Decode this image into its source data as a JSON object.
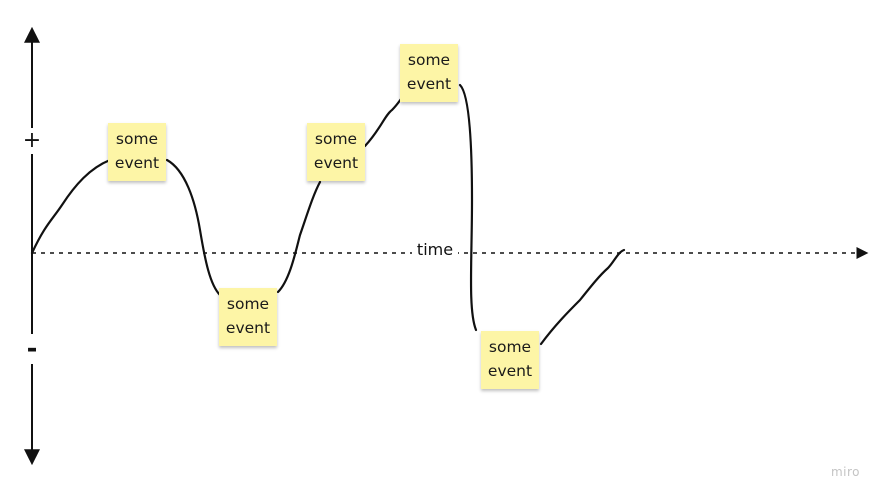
{
  "axis": {
    "x_label": "time",
    "plus_sign": "+",
    "minus_sign": "-"
  },
  "events": [
    {
      "line1": "some",
      "line2": "event",
      "level": "positive"
    },
    {
      "line1": "some",
      "line2": "event",
      "level": "negative"
    },
    {
      "line1": "some",
      "line2": "event",
      "level": "positive"
    },
    {
      "line1": "some",
      "line2": "event",
      "level": "positive"
    },
    {
      "line1": "some",
      "line2": "event",
      "level": "negative"
    }
  ],
  "colors": {
    "sticky_note": "#fdf5a6",
    "curve": "#111111",
    "axis": "#111111"
  },
  "watermark": "miro"
}
